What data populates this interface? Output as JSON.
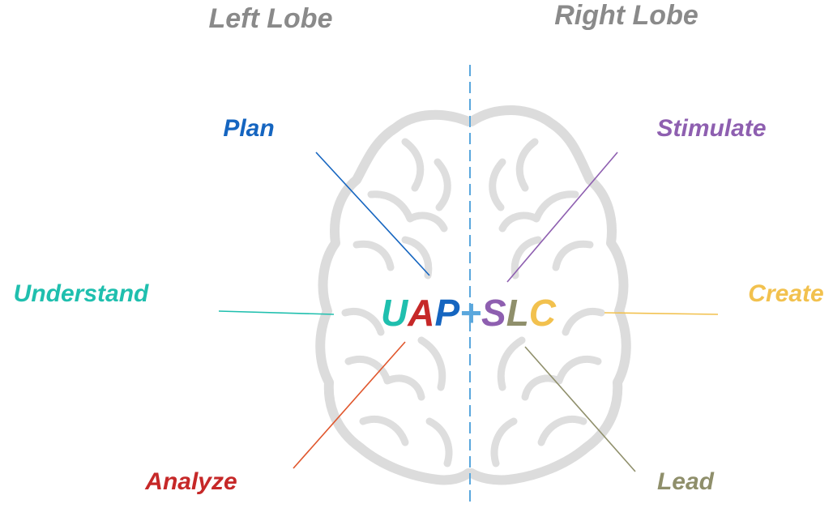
{
  "lobes": {
    "left": "Left Lobe",
    "right": "Right Lobe"
  },
  "terms": {
    "plan": "Plan",
    "understand": "Understand",
    "analyze": "Analyze",
    "stimulate": "Stimulate",
    "create": "Create",
    "lead": "Lead"
  },
  "center_label": {
    "letters": [
      "U",
      "A",
      "P",
      "+",
      "S",
      "L",
      "C"
    ]
  },
  "colors": {
    "lobe_title": "#8a8a8a",
    "plan": "#1565c0",
    "understand": "#1fbfae",
    "analyze": "#c62828",
    "stimulate": "#8e5fb0",
    "create": "#f2c14e",
    "lead": "#8f8f6b",
    "divider": "#5aa7dd",
    "brain": "#dcdcdc",
    "plus": "#5aa7dd"
  }
}
